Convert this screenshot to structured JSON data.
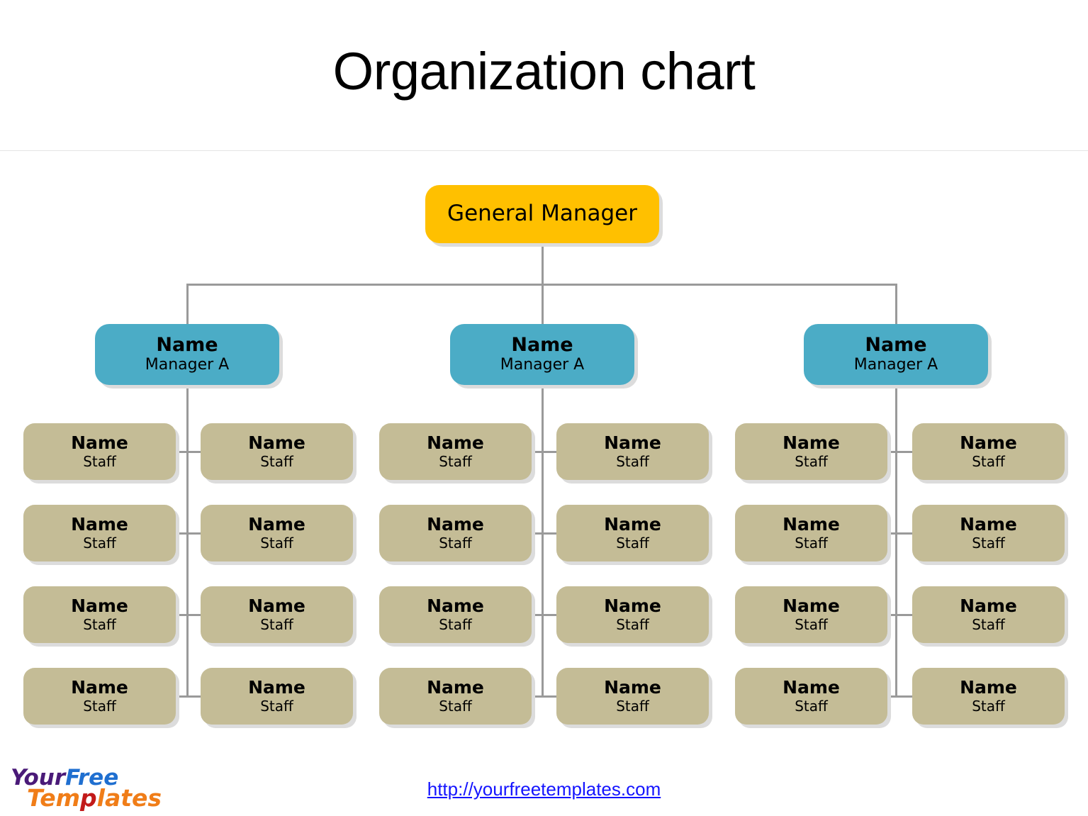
{
  "slide": {
    "title": "Organization chart",
    "background_color": "#ffffff"
  },
  "colors": {
    "top_node": "#FFC000",
    "manager_node": "#4BACC6",
    "staff_node": "#C4BC96",
    "connector": "#9a9a9a",
    "shadow": "#dcdcdc",
    "link": "#1414ff",
    "divider": "#e4e4e4"
  },
  "chart_data": {
    "type": "diagram",
    "diagram_type": "organization-chart",
    "title": "Organization chart",
    "levels": 3,
    "nodes": [
      {
        "id": "gm",
        "label": "General Manager",
        "role": "",
        "level": 0,
        "color": "#FFC000"
      },
      {
        "id": "m1",
        "label": "Name",
        "role": "Manager A",
        "level": 1,
        "color": "#4BACC6",
        "parent": "gm"
      },
      {
        "id": "m2",
        "label": "Name",
        "role": "Manager A",
        "level": 1,
        "color": "#4BACC6",
        "parent": "gm"
      },
      {
        "id": "m3",
        "label": "Name",
        "role": "Manager A",
        "level": 1,
        "color": "#4BACC6",
        "parent": "gm"
      }
    ],
    "staff_per_manager": 8,
    "staff_rows": 4,
    "staff_columns_per_group": 2,
    "total_staff": 24
  },
  "top": {
    "label": "General Manager"
  },
  "managers": [
    {
      "name": "Name",
      "role": "Manager A"
    },
    {
      "name": "Name",
      "role": "Manager A"
    },
    {
      "name": "Name",
      "role": "Manager A"
    }
  ],
  "staff": [
    [
      {
        "name": "Name",
        "role": "Staff"
      },
      {
        "name": "Name",
        "role": "Staff"
      },
      {
        "name": "Name",
        "role": "Staff"
      },
      {
        "name": "Name",
        "role": "Staff"
      },
      {
        "name": "Name",
        "role": "Staff"
      },
      {
        "name": "Name",
        "role": "Staff"
      },
      {
        "name": "Name",
        "role": "Staff"
      },
      {
        "name": "Name",
        "role": "Staff"
      }
    ],
    [
      {
        "name": "Name",
        "role": "Staff"
      },
      {
        "name": "Name",
        "role": "Staff"
      },
      {
        "name": "Name",
        "role": "Staff"
      },
      {
        "name": "Name",
        "role": "Staff"
      },
      {
        "name": "Name",
        "role": "Staff"
      },
      {
        "name": "Name",
        "role": "Staff"
      },
      {
        "name": "Name",
        "role": "Staff"
      },
      {
        "name": "Name",
        "role": "Staff"
      }
    ],
    [
      {
        "name": "Name",
        "role": "Staff"
      },
      {
        "name": "Name",
        "role": "Staff"
      },
      {
        "name": "Name",
        "role": "Staff"
      },
      {
        "name": "Name",
        "role": "Staff"
      },
      {
        "name": "Name",
        "role": "Staff"
      },
      {
        "name": "Name",
        "role": "Staff"
      },
      {
        "name": "Name",
        "role": "Staff"
      },
      {
        "name": "Name",
        "role": "Staff"
      }
    ]
  ],
  "footer": {
    "url_text": "http://yourfreetemplates.com",
    "logo": {
      "word1": "Your",
      "word2": "Free",
      "word3a": "Tem",
      "word3b": "p",
      "word3c": "lates"
    }
  }
}
